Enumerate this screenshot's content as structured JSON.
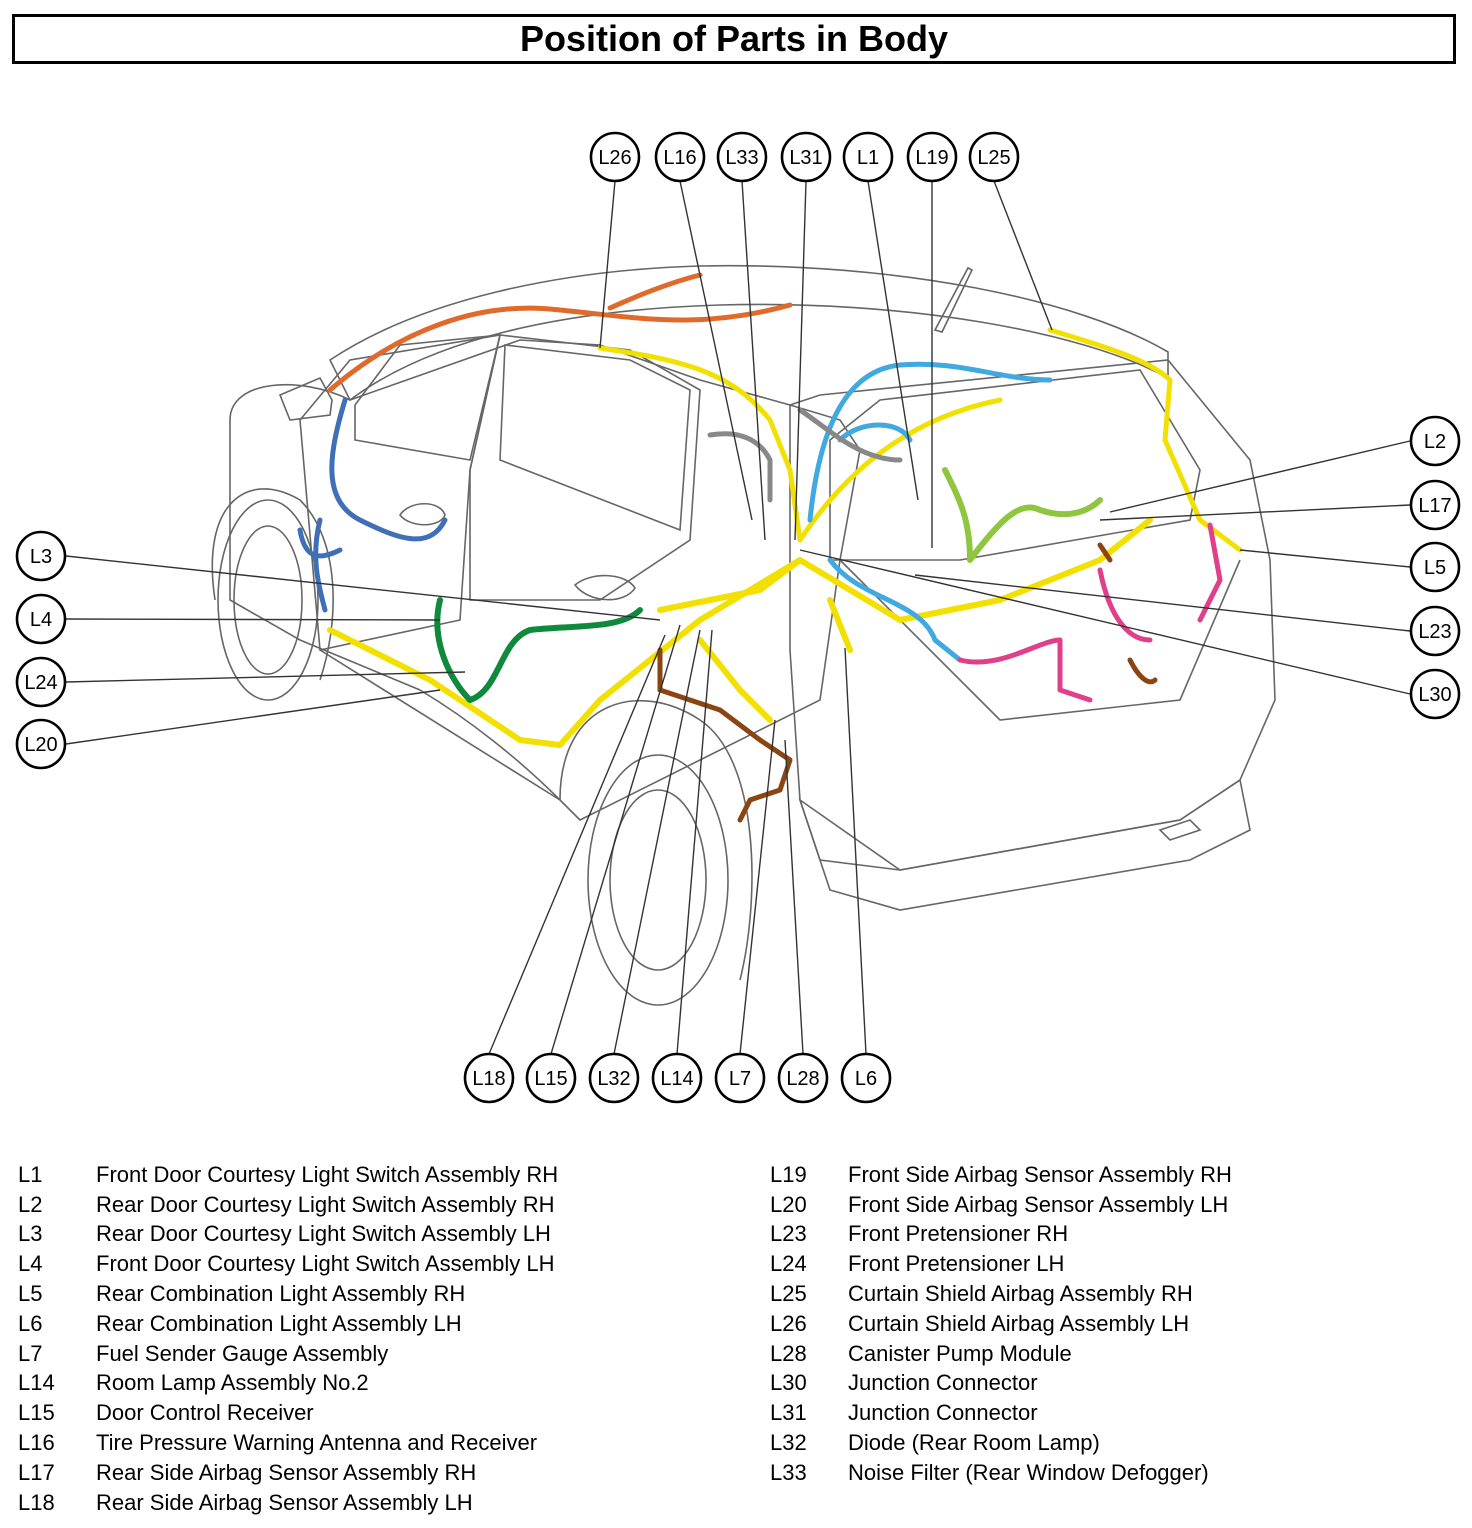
{
  "title": "Position of Parts in Body",
  "colors": {
    "yellow_harness": "#f2e100",
    "blue_harness": "#3f6fb6",
    "light_blue_harness": "#3fa9e0",
    "green_harness": "#0f8a3c",
    "lime_harness": "#8ec63f",
    "orange_harness": "#e06a2b",
    "pink_harness": "#e0408a",
    "brown_harness": "#8b4513",
    "outline": "#666666"
  },
  "callouts": {
    "top": [
      "L26",
      "L16",
      "L33",
      "L31",
      "L1",
      "L19",
      "L25"
    ],
    "left": [
      "L3",
      "L4",
      "L24",
      "L20"
    ],
    "right": [
      "L2",
      "L17",
      "L5",
      "L23",
      "L30"
    ],
    "bottom": [
      "L18",
      "L15",
      "L32",
      "L14",
      "L7",
      "L28",
      "L6"
    ]
  },
  "legend_left": [
    {
      "code": "L1",
      "name": "Front Door Courtesy Light Switch Assembly RH"
    },
    {
      "code": "L2",
      "name": "Rear Door Courtesy Light Switch Assembly RH"
    },
    {
      "code": "L3",
      "name": "Rear Door Courtesy Light Switch Assembly LH"
    },
    {
      "code": "L4",
      "name": "Front Door Courtesy Light Switch Assembly LH"
    },
    {
      "code": "L5",
      "name": "Rear Combination Light Assembly RH"
    },
    {
      "code": "L6",
      "name": "Rear Combination Light Assembly LH"
    },
    {
      "code": "L7",
      "name": "Fuel Sender Gauge Assembly"
    },
    {
      "code": "L14",
      "name": "Room Lamp Assembly No.2"
    },
    {
      "code": "L15",
      "name": "Door Control Receiver"
    },
    {
      "code": "L16",
      "name": "Tire Pressure Warning Antenna and Receiver"
    },
    {
      "code": "L17",
      "name": "Rear Side Airbag Sensor Assembly RH"
    },
    {
      "code": "L18",
      "name": "Rear Side Airbag Sensor Assembly LH"
    }
  ],
  "legend_right": [
    {
      "code": "L19",
      "name": "Front Side Airbag Sensor Assembly RH"
    },
    {
      "code": "L20",
      "name": "Front Side Airbag Sensor Assembly LH"
    },
    {
      "code": "L23",
      "name": "Front Pretensioner RH"
    },
    {
      "code": "L24",
      "name": "Front Pretensioner LH"
    },
    {
      "code": "L25",
      "name": "Curtain Shield Airbag Assembly RH"
    },
    {
      "code": "L26",
      "name": "Curtain Shield Airbag Assembly LH"
    },
    {
      "code": "L28",
      "name": "Canister Pump Module"
    },
    {
      "code": "L30",
      "name": "Junction Connector"
    },
    {
      "code": "L31",
      "name": "Junction Connector"
    },
    {
      "code": "L32",
      "name": "Diode (Rear Room Lamp)"
    },
    {
      "code": "L33",
      "name": "Noise Filter (Rear Window Defogger)"
    }
  ]
}
